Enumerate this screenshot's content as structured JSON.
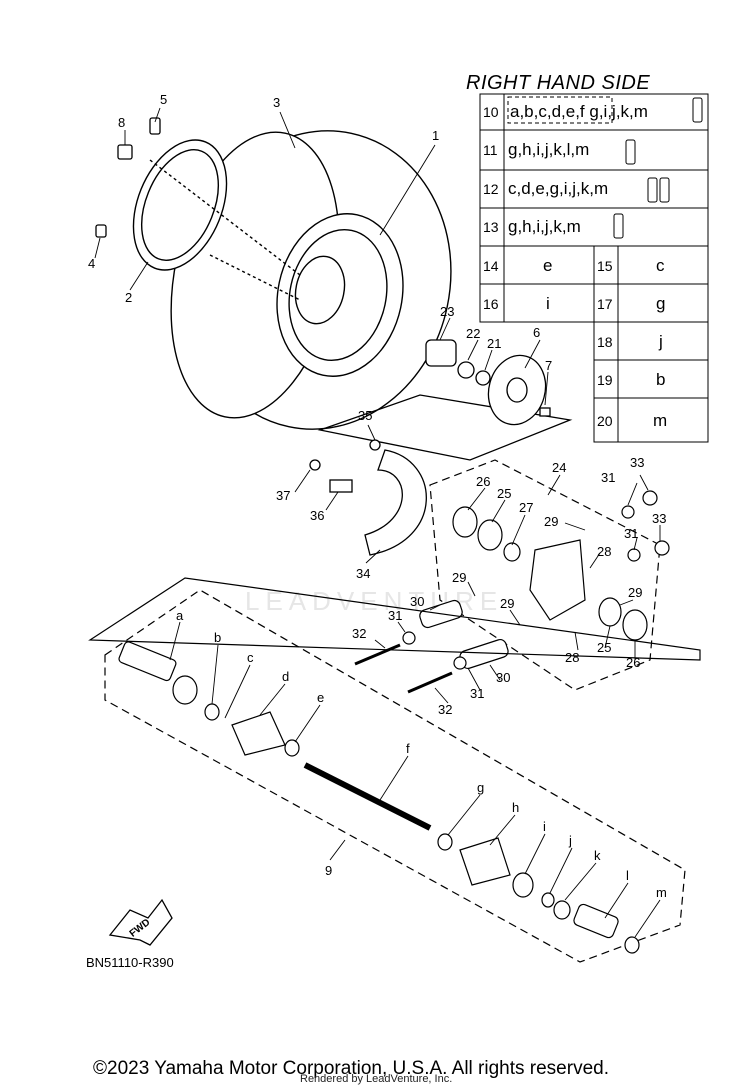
{
  "table": {
    "title": "RIGHT HAND SIDE",
    "rows": [
      {
        "num": "10",
        "parts": "a,b,c,d,e,f g,i,j,k,m"
      },
      {
        "num": "11",
        "parts": "g,h,i,j,k,l,m"
      },
      {
        "num": "12",
        "parts": "c,d,e,g,i,j,k,m"
      },
      {
        "num": "13",
        "parts": "g,h,i,j,k,m"
      }
    ],
    "pairs": [
      {
        "num_a": "14",
        "val_a": "e",
        "num_b": "15",
        "val_b": "c"
      },
      {
        "num_a": "16",
        "val_a": "i",
        "num_b": "17",
        "val_b": "g"
      }
    ],
    "single": [
      {
        "num": "18",
        "val": "j"
      },
      {
        "num": "19",
        "val": "b"
      },
      {
        "num": "20",
        "val": "m"
      }
    ]
  },
  "callouts": {
    "n1": "1",
    "n2": "2",
    "n3": "3",
    "n4": "4",
    "n5": "5",
    "n6": "6",
    "n7": "7",
    "n8": "8",
    "n9": "9",
    "n21": "21",
    "n22": "22",
    "n23": "23",
    "n24": "24",
    "n25a": "25",
    "n25b": "25",
    "n26a": "26",
    "n26b": "26",
    "n27": "27",
    "n28a": "28",
    "n28b": "28",
    "n29a": "29",
    "n29b": "29",
    "n29c": "29",
    "n29d": "29",
    "n30a": "30",
    "n30b": "30",
    "n31a": "31",
    "n31b": "31",
    "n31c": "31",
    "n31d": "31",
    "n32a": "32",
    "n32b": "32",
    "n33a": "33",
    "n33b": "33",
    "n34": "34",
    "n35": "35",
    "n36": "36",
    "n37": "37",
    "la": "a",
    "lb": "b",
    "lc": "c",
    "ld": "d",
    "le": "e",
    "lf": "f",
    "lg": "g",
    "lh": "h",
    "li": "i",
    "lj": "j",
    "lk": "k",
    "ll": "l",
    "lm": "m"
  },
  "fwd_label": "FWD",
  "reference": "BN51110-R390",
  "footer": "©2023 Yamaha Motor Corporation, U.S.A. All rights reserved.",
  "rendered_by": "Rendered by LeadVenture, Inc.",
  "watermark": "LEADVENTURE"
}
